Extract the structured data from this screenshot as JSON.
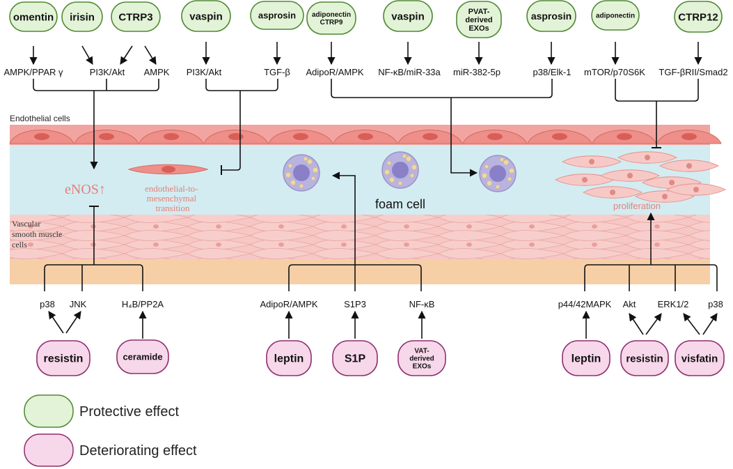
{
  "top_adipokines": [
    {
      "id": "omentin",
      "label": "omentin"
    },
    {
      "id": "irisin",
      "label": "irisin"
    },
    {
      "id": "ctrp3",
      "label": "CTRP3"
    },
    {
      "id": "vaspin-1",
      "label": "vaspin"
    },
    {
      "id": "asprosin-1",
      "label": "asprosin"
    },
    {
      "id": "adiponectin-ctrp9",
      "label": "adiponectin CTRP9"
    },
    {
      "id": "vaspin-2",
      "label": "vaspin"
    },
    {
      "id": "pvat-exos",
      "label": "PVAT-derived EXOs"
    },
    {
      "id": "asprosin-2",
      "label": "asprosin"
    },
    {
      "id": "adiponectin",
      "label": "adiponectin"
    },
    {
      "id": "ctrp12",
      "label": "CTRP12"
    }
  ],
  "top_pathways": [
    "AMPK/PPAR γ",
    "PI3K/Akt",
    "AMPK",
    "PI3K/Akt",
    "TGF-β",
    "AdipoR/AMPK",
    "NF-κB/miR-33a",
    "miR-382-5p",
    "p38/Elk-1",
    "mTOR/p70S6K",
    "TGF-βRII/Smad2"
  ],
  "layers": {
    "endothelial": "Endothelial cells",
    "vsmc": "Vascular smooth muscle cells"
  },
  "center_labels": {
    "enos": "eNOS↑",
    "endmt": "endothelial-to-mesenchymal transition",
    "foam_cell": "foam cell",
    "proliferation": "proliferation"
  },
  "bottom_pathways": [
    "p38",
    "JNK",
    "H₄B/PP2A",
    "AdipoR/AMPK",
    "S1P3",
    "NF-κB",
    "p44/42MAPK",
    "Akt",
    "ERK1/2",
    "p38"
  ],
  "bottom_adipokines": [
    {
      "id": "resistin-1",
      "label": "resistin"
    },
    {
      "id": "ceramide",
      "label": "ceramide"
    },
    {
      "id": "leptin-1",
      "label": "leptin"
    },
    {
      "id": "s1p",
      "label": "S1P"
    },
    {
      "id": "vat-exos",
      "label": "VAT-derived EXOs"
    },
    {
      "id": "leptin-2",
      "label": "leptin"
    },
    {
      "id": "resistin-2",
      "label": "resistin"
    },
    {
      "id": "visfatin",
      "label": "visfatin"
    }
  ],
  "legend": {
    "protective": "Protective effect",
    "deteriorating": "Deteriorating effect"
  },
  "colors": {
    "protective_fill": "#e3f3d7",
    "protective_stroke": "#4e8a34",
    "deteriorating_fill": "#f7d7ea",
    "deteriorating_stroke": "#8f2f6f",
    "endothelial_layer": "#f2a5a0",
    "lumen": "#d3ecf1",
    "vsmc_layer": "#f6c7c4",
    "adventitia": "#f6cfa7",
    "enos_text": "#e3807a",
    "foam_cell": "#b9b3df"
  }
}
